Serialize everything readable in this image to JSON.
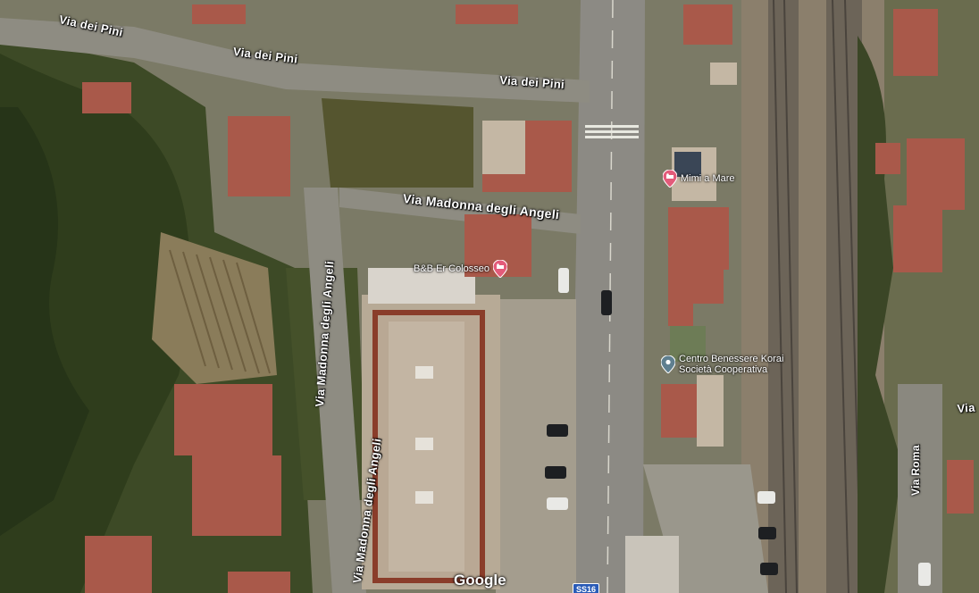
{
  "streets": {
    "via_dei_pini_1": "Via dei Pini",
    "via_dei_pini_2": "Via dei Pini",
    "via_dei_pini_3": "Via dei Pini",
    "via_madonna_h": "Via Madonna degli Angeli",
    "via_madonna_v1": "Via Madonna degli Angeli",
    "via_madonna_v2": "Via Madonna degli Angeli",
    "via_roma": "Via Roma",
    "via_edge": "Via"
  },
  "pois": {
    "mimi": {
      "name": "Mimi a Mare",
      "icon": "hotel-bed-icon",
      "color": "#e35b7a"
    },
    "bb": {
      "name": "B&B Er Colosseo",
      "icon": "hotel-bed-icon",
      "color": "#e35b7a"
    },
    "centro": {
      "name_line1": "Centro Benessere Korai",
      "name_line2": "Società Cooperativa",
      "icon": "place-pin-icon",
      "color": "#5f7f8f"
    }
  },
  "route_shield": "SS16",
  "attribution": "Google"
}
